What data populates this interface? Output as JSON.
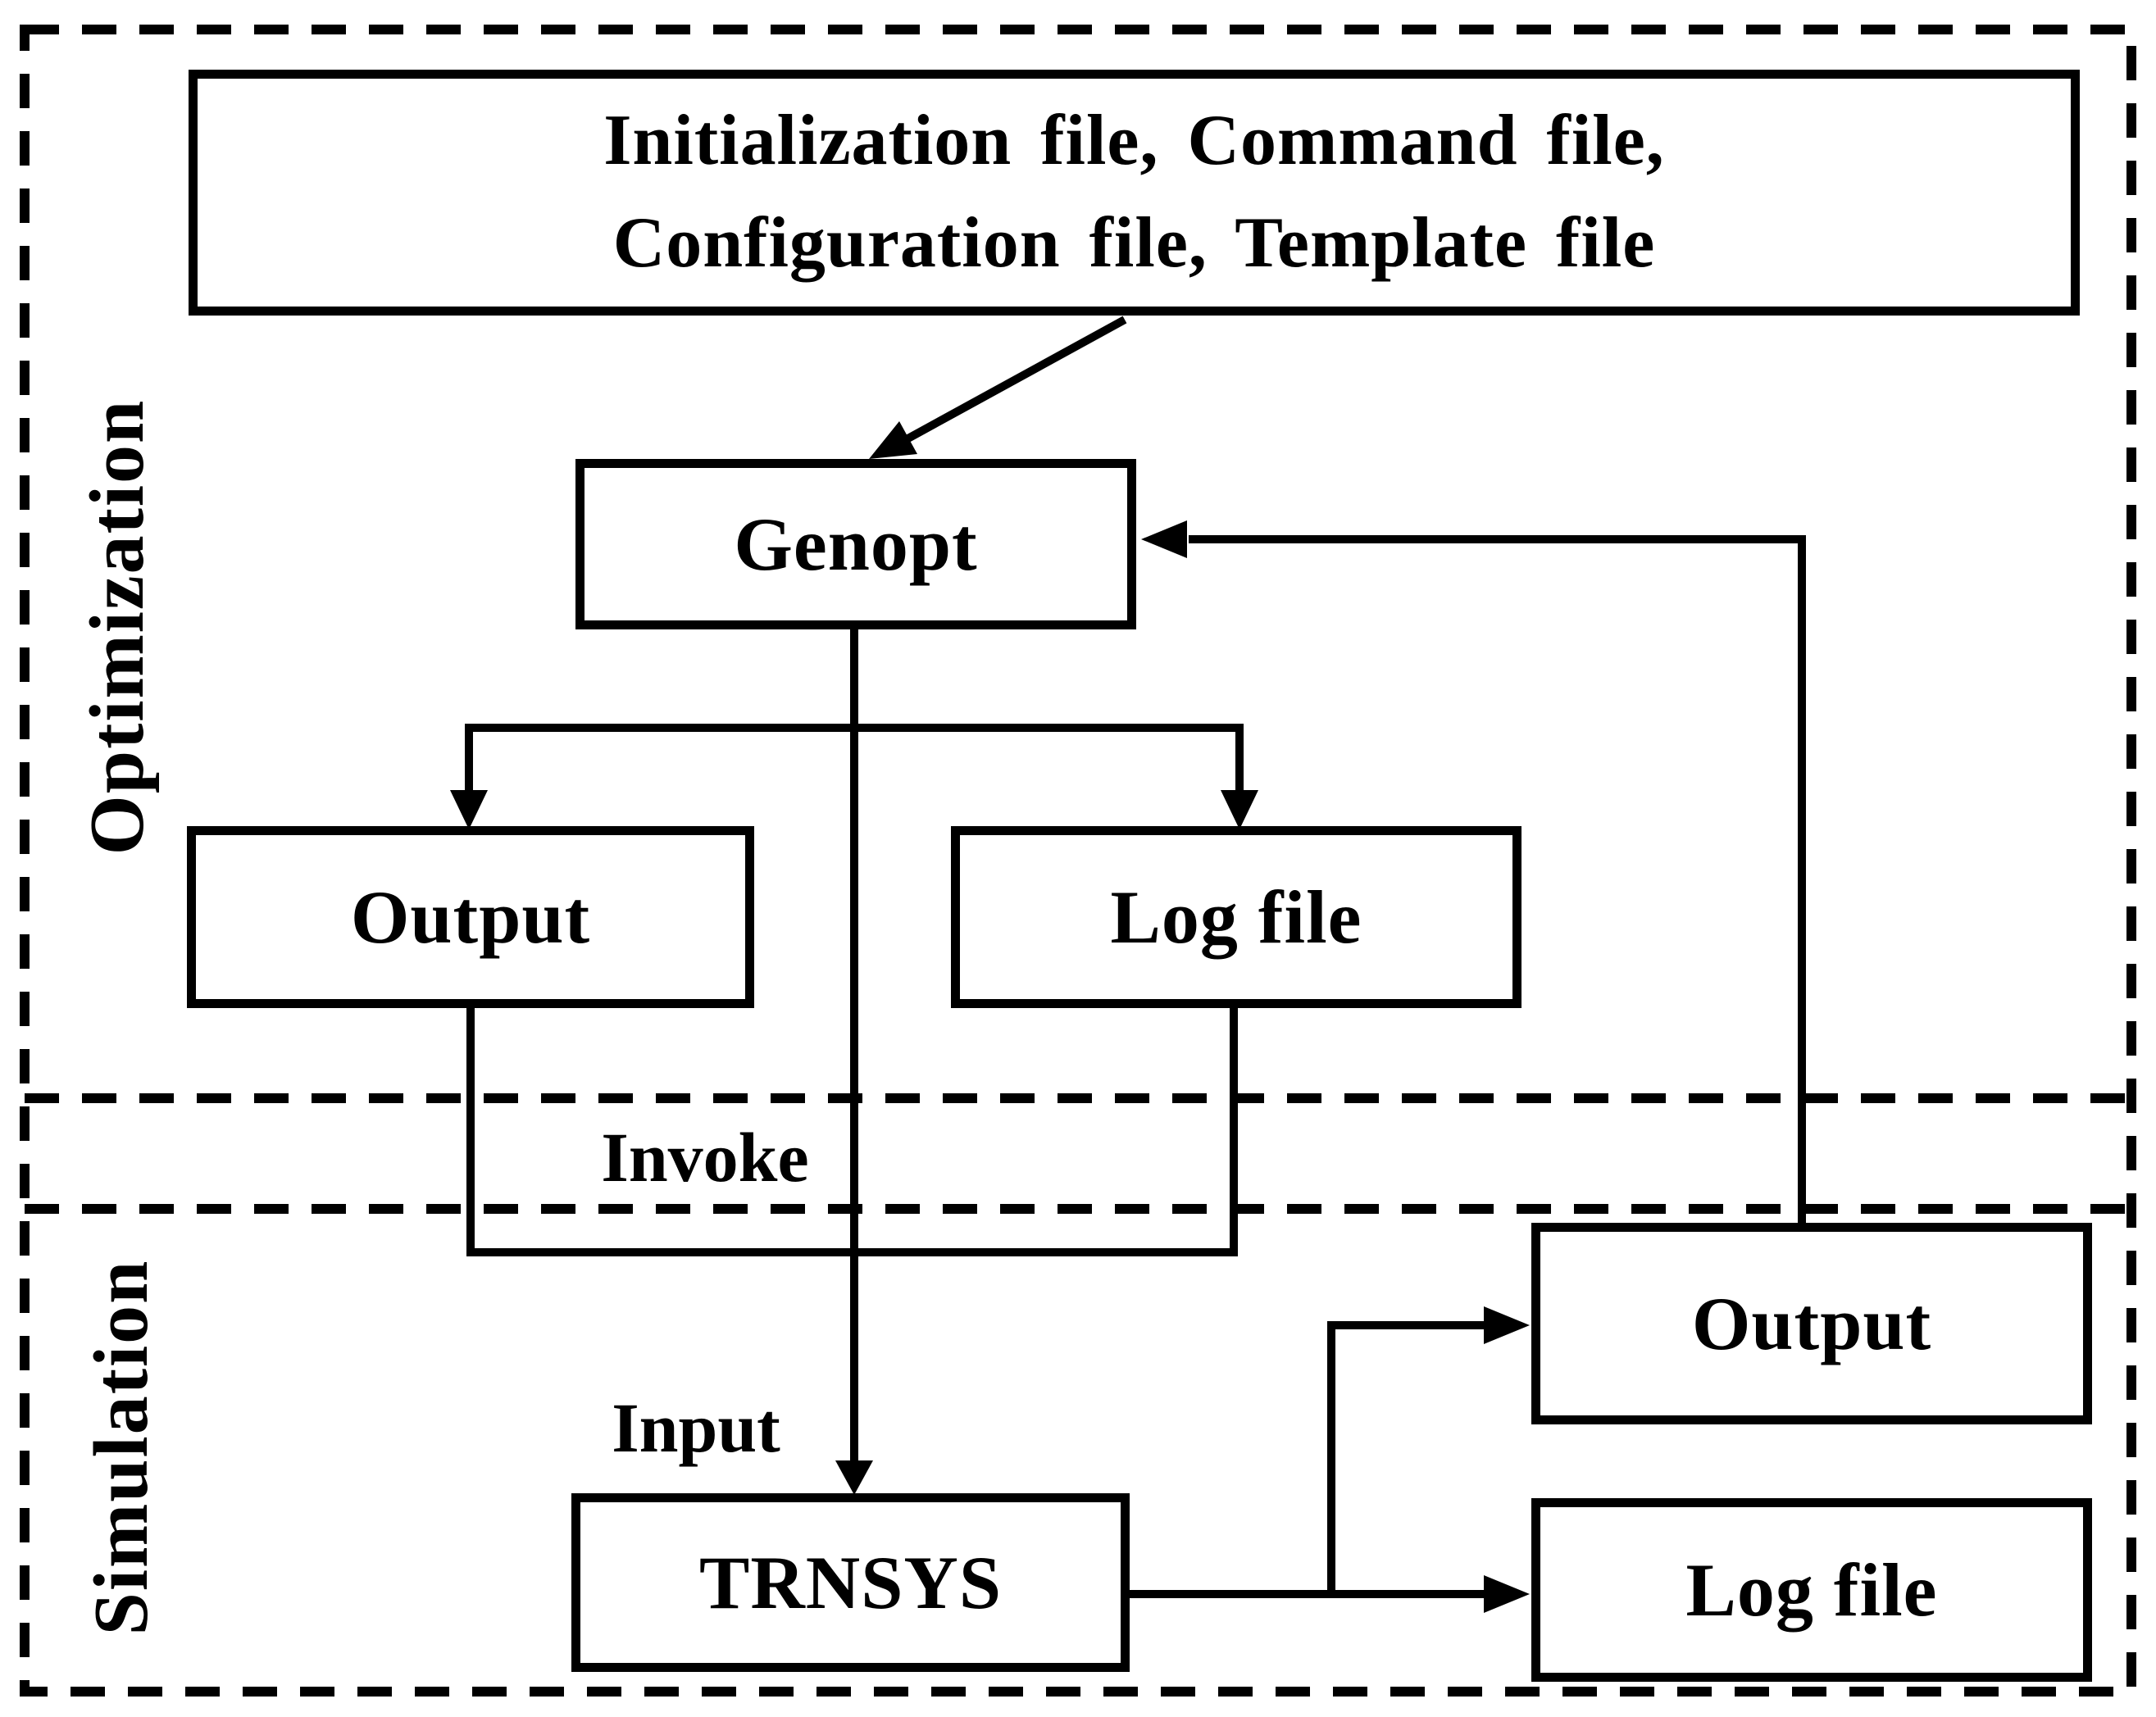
{
  "diagram": {
    "sections": {
      "optimization": {
        "label": "Optimization"
      },
      "simulation": {
        "label": "Simulation"
      }
    },
    "boxes": {
      "files": {
        "line1": "Initialization file, Command file,",
        "line2": "Configuration file, Template file"
      },
      "genopt": {
        "label": "Genopt"
      },
      "output_left": {
        "label": "Output"
      },
      "logfile_left": {
        "label": "Log file"
      },
      "trnsys": {
        "label": "TRNSYS"
      },
      "output_right": {
        "label": "Output"
      },
      "logfile_right": {
        "label": "Log file"
      }
    },
    "edge_labels": {
      "invoke": "Invoke",
      "input": "Input"
    },
    "colors": {
      "line": "#000000",
      "background": "#ffffff",
      "text": "#000000"
    }
  }
}
